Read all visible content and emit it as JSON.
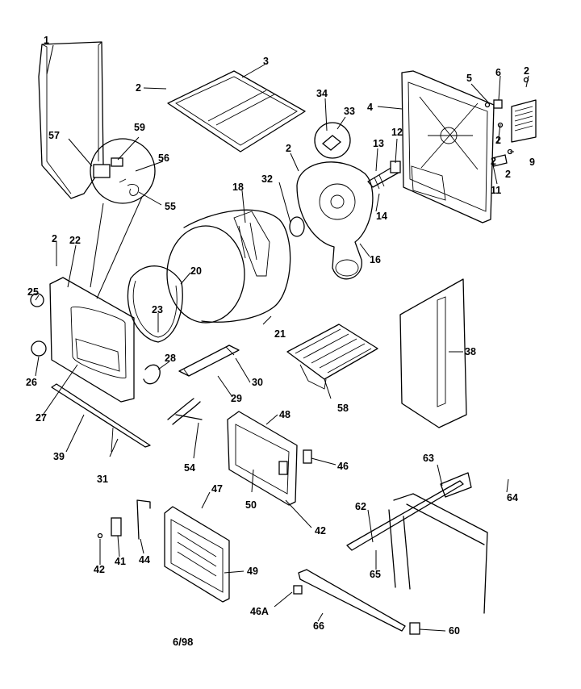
{
  "diagram": {
    "footer_code": "6/98",
    "callouts": [
      {
        "id": "c1",
        "text": "1"
      },
      {
        "id": "c2a",
        "text": "2"
      },
      {
        "id": "c3",
        "text": "3"
      },
      {
        "id": "c34",
        "text": "34"
      },
      {
        "id": "c33",
        "text": "33"
      },
      {
        "id": "c4",
        "text": "4"
      },
      {
        "id": "c5",
        "text": "5"
      },
      {
        "id": "c6",
        "text": "6"
      },
      {
        "id": "c2b",
        "text": "2"
      },
      {
        "id": "c59",
        "text": "59"
      },
      {
        "id": "c57",
        "text": "57"
      },
      {
        "id": "c56",
        "text": "56"
      },
      {
        "id": "c55",
        "text": "55"
      },
      {
        "id": "c2c",
        "text": "2"
      },
      {
        "id": "c13",
        "text": "13"
      },
      {
        "id": "c12",
        "text": "12"
      },
      {
        "id": "c2d",
        "text": "2"
      },
      {
        "id": "c9",
        "text": "9"
      },
      {
        "id": "c2e",
        "text": "2"
      },
      {
        "id": "c18",
        "text": "18"
      },
      {
        "id": "c32",
        "text": "32"
      },
      {
        "id": "c2f",
        "text": "2"
      },
      {
        "id": "c11",
        "text": "11"
      },
      {
        "id": "c14",
        "text": "14"
      },
      {
        "id": "c2g",
        "text": "2"
      },
      {
        "id": "c22",
        "text": "22"
      },
      {
        "id": "c16",
        "text": "16"
      },
      {
        "id": "c20",
        "text": "20"
      },
      {
        "id": "c25",
        "text": "25"
      },
      {
        "id": "c23",
        "text": "23"
      },
      {
        "id": "c21",
        "text": "21"
      },
      {
        "id": "c38a",
        "text": "38"
      },
      {
        "id": "c26",
        "text": "26"
      },
      {
        "id": "c28",
        "text": "28"
      },
      {
        "id": "c30",
        "text": "30"
      },
      {
        "id": "c27",
        "text": "27"
      },
      {
        "id": "c29",
        "text": "29"
      },
      {
        "id": "c58",
        "text": "58"
      },
      {
        "id": "c39",
        "text": "39"
      },
      {
        "id": "c48",
        "text": "48"
      },
      {
        "id": "c31",
        "text": "31"
      },
      {
        "id": "c54",
        "text": "54"
      },
      {
        "id": "c46",
        "text": "46"
      },
      {
        "id": "c50",
        "text": "50"
      },
      {
        "id": "c63",
        "text": "63"
      },
      {
        "id": "c64",
        "text": "64"
      },
      {
        "id": "c62",
        "text": "62"
      },
      {
        "id": "c42a",
        "text": "42"
      },
      {
        "id": "c47",
        "text": "47"
      },
      {
        "id": "c42b",
        "text": "42"
      },
      {
        "id": "c41",
        "text": "41"
      },
      {
        "id": "c44",
        "text": "44"
      },
      {
        "id": "c49",
        "text": "49"
      },
      {
        "id": "c65",
        "text": "65"
      },
      {
        "id": "c46A",
        "text": "46A"
      },
      {
        "id": "c66",
        "text": "66"
      },
      {
        "id": "c60",
        "text": "60"
      }
    ]
  }
}
